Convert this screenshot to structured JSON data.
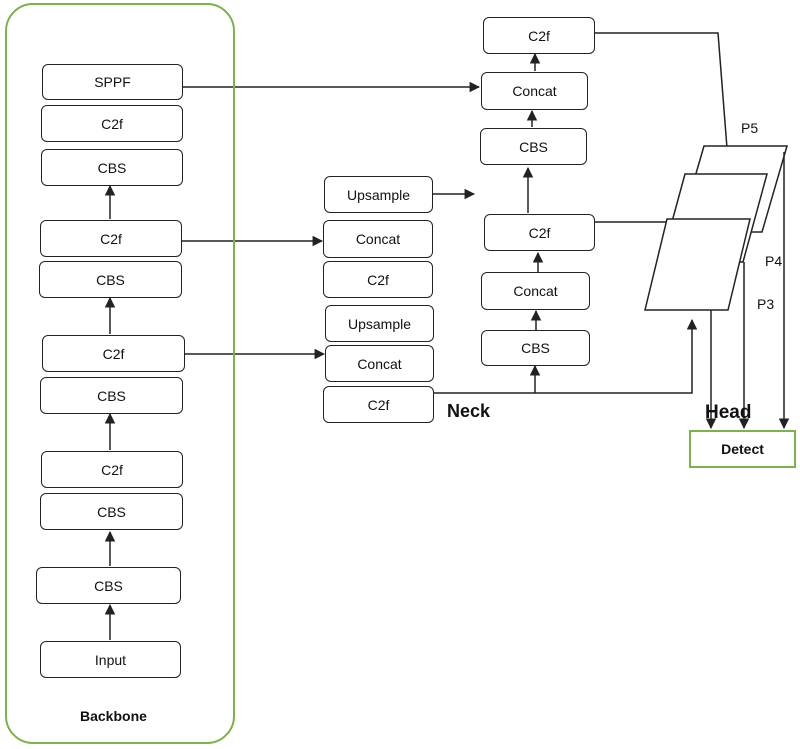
{
  "backbone": {
    "title": "Backbone",
    "blocks": [
      "SPPF",
      "C2f",
      "CBS",
      "C2f",
      "CBS",
      "C2f",
      "CBS",
      "C2f",
      "CBS",
      "CBS",
      "Input"
    ]
  },
  "neck": {
    "title": "Neck",
    "left_column": [
      "Upsample",
      "Concat",
      "C2f",
      "Upsample",
      "Concat",
      "C2f"
    ],
    "right_column": [
      "C2f",
      "Concat",
      "CBS",
      "C2f",
      "Concat",
      "CBS"
    ]
  },
  "head": {
    "title": "Head",
    "levels": [
      "P5",
      "P4",
      "P3"
    ],
    "detect_label": "Detect"
  },
  "colors": {
    "frame_green": "#7bb24a",
    "line": "#222222"
  }
}
